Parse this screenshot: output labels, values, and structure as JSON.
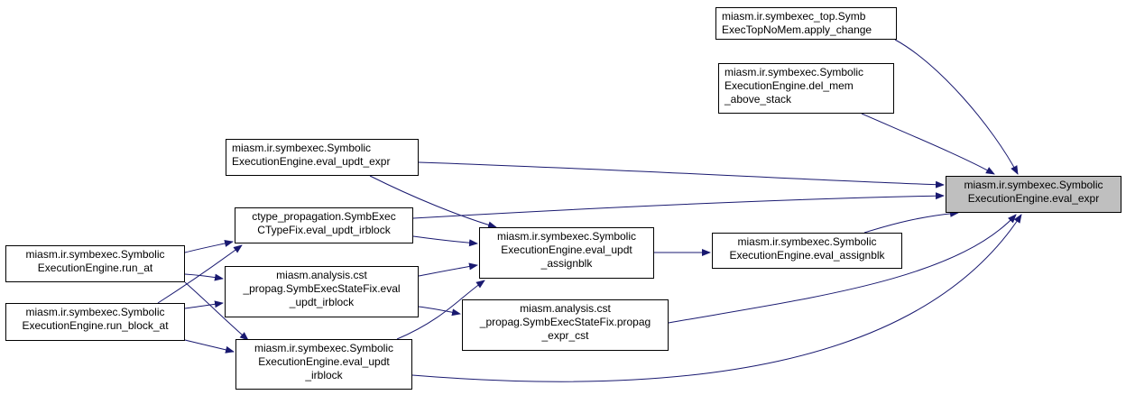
{
  "graph": {
    "nodes": {
      "apply": "miasm.ir.symbexec_top.Symb\nExecTopNoMem.apply_change",
      "delmem": "miasm.ir.symbexec.Symbolic\nExecutionEngine.del_mem\n_above_stack",
      "evalexpr": "miasm.ir.symbexec.Symbolic\nExecutionEngine.eval_expr",
      "updtexpr": "miasm.ir.symbexec.Symbolic\nExecutionEngine.eval_updt_expr",
      "ctype": "ctype_propagation.SymbExec\nCTypeFix.eval_updt_irblock",
      "assignblk": "miasm.ir.symbexec.Symbolic\nExecutionEngine.eval_updt\n_assignblk",
      "evalassign": "miasm.ir.symbexec.Symbolic\nExecutionEngine.eval_assignblk",
      "runat": "miasm.ir.symbexec.Symbolic\nExecutionEngine.run_at",
      "cstfix": "miasm.analysis.cst\n_propag.SymbExecStateFix.eval\n_updt_irblock",
      "propag": "miasm.analysis.cst\n_propag.SymbExecStateFix.propag\n_expr_cst",
      "runblock": "miasm.ir.symbexec.Symbolic\nExecutionEngine.run_block_at",
      "irblock": "miasm.ir.symbexec.Symbolic\nExecutionEngine.eval_updt\n_irblock"
    },
    "edge_color": "#191970",
    "focus_fill": "#bfbfbf"
  }
}
